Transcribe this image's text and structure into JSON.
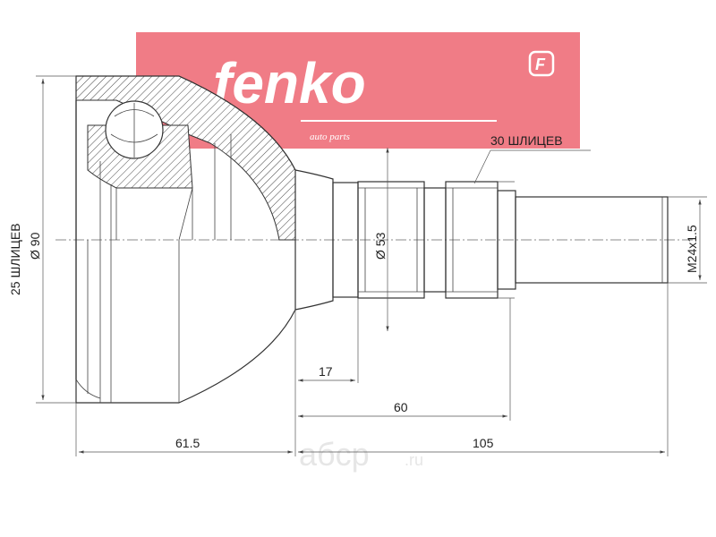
{
  "logo": {
    "brand": "fenko",
    "tagline": "auto parts",
    "badge": "F",
    "color": "#f07c86"
  },
  "watermark": {
    "name": "aбcp",
    "tld": ".ru"
  },
  "dimensions": {
    "outer_splines": "25 ШЛИЦЕВ",
    "outer_diameter": "Ø 90",
    "shaft_splines": "30 ШЛИЦЕВ",
    "shaft_diameter": "Ø 53",
    "thread": "M24x1.5",
    "d17": "17",
    "d60": "60",
    "d61_5": "61.5",
    "d105": "105"
  }
}
